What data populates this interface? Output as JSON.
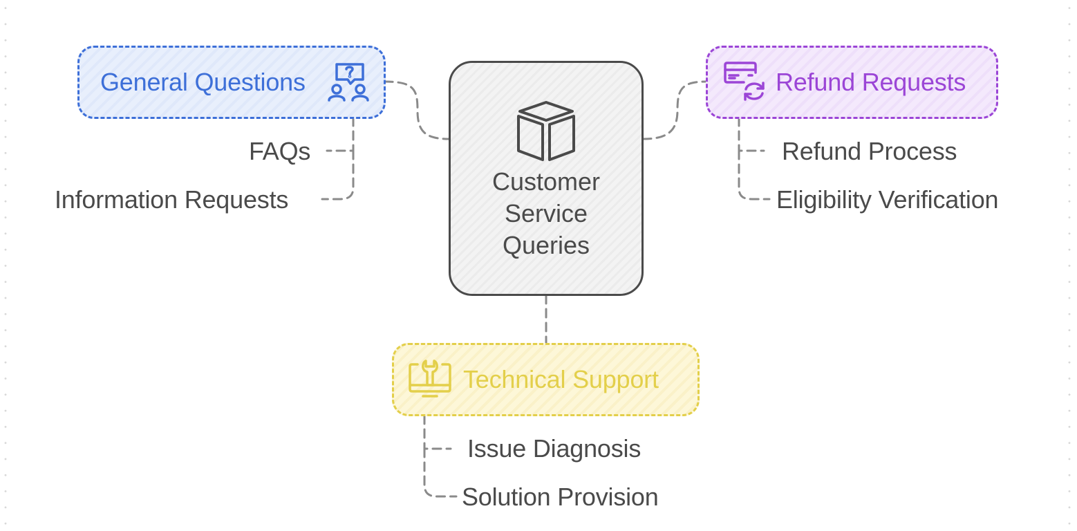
{
  "diagram": {
    "type": "mind-map",
    "center": {
      "label_lines": [
        "Customer",
        "Service",
        "Queries"
      ],
      "icon": "cube-icon",
      "color": "#4a4a4a",
      "fill": "#f2f2f2"
    },
    "branches": [
      {
        "id": "general-questions",
        "label": "General Questions",
        "icon": "question-chat-users-icon",
        "color": "#3d6fd8",
        "fill": "#e8effc",
        "children": [
          "FAQs",
          "Information Requests"
        ]
      },
      {
        "id": "refund-requests",
        "label": "Refund Requests",
        "icon": "credit-card-refresh-icon",
        "color": "#9b45d6",
        "fill": "#f4e9fc",
        "children": [
          "Refund Process",
          "Eligibility Verification"
        ]
      },
      {
        "id": "technical-support",
        "label": "Technical Support",
        "icon": "monitor-wrench-icon",
        "color": "#e3cf4a",
        "fill": "#fdf7d8",
        "children": [
          "Issue Diagnosis",
          "Solution Provision"
        ]
      }
    ],
    "connector_color": "#8a8a8a"
  }
}
